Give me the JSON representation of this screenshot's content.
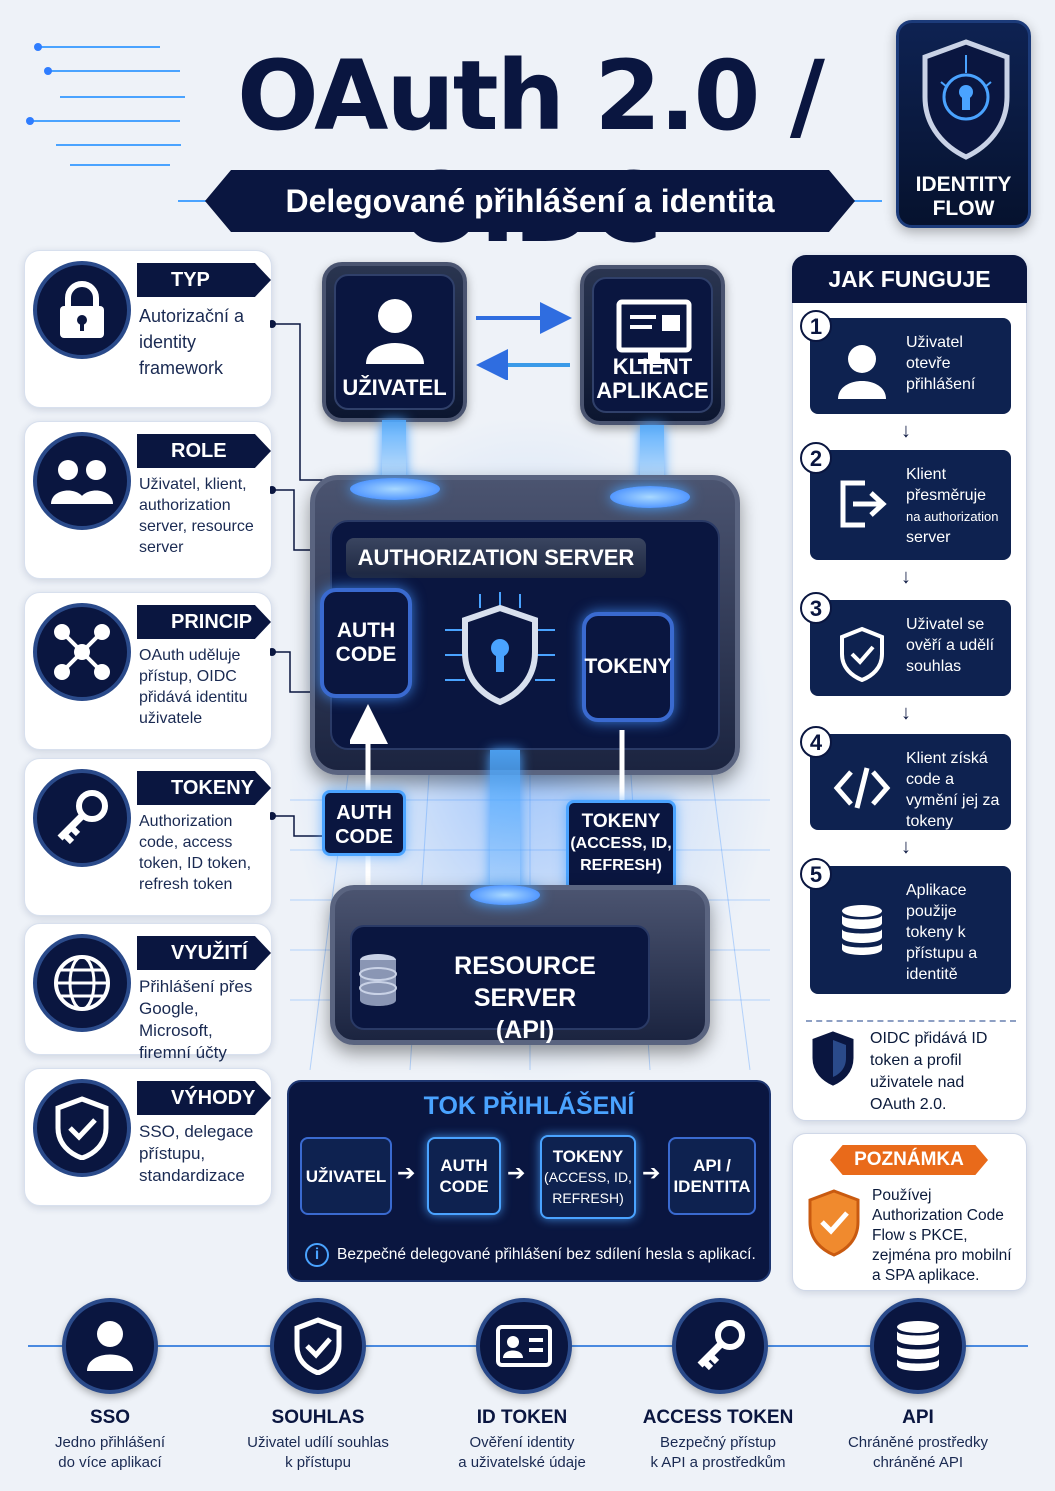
{
  "header": {
    "title": "OAuth 2.0 / OIDC",
    "subtitle": "Delegované přihlášení a identita",
    "badge_line1": "IDENTITY",
    "badge_line2": "FLOW"
  },
  "left_cards": [
    {
      "tag": "TYP",
      "desc": "Autorizační a identity framework",
      "icon": "lock-icon"
    },
    {
      "tag": "ROLE",
      "desc": "Uživatel, klient, authorization server, resource server",
      "icon": "users-icon"
    },
    {
      "tag": "PRINCIP",
      "desc": "OAuth uděluje přístup, OIDC přidává identitu uživatele",
      "icon": "network-icon"
    },
    {
      "tag": "TOKENY",
      "desc": "Authorization code, access token, ID token, refresh token",
      "icon": "key-icon"
    },
    {
      "tag": "VYUŽITÍ",
      "desc": "Přihlášení přes Google, Microsoft, firemní účty",
      "icon": "globe-icon"
    },
    {
      "tag": "VÝHODY",
      "desc": "SSO, delegace přístupu, standardizace",
      "icon": "shield-check-icon"
    }
  ],
  "diagram": {
    "user_label": "UŽIVATEL",
    "client_line1": "KLIENT",
    "client_line2": "APLIKACE",
    "auth_server_label": "AUTHORIZATION SERVER",
    "chip_auth_line1": "AUTH",
    "chip_auth_line2": "CODE",
    "chip_tokens": "TOKENY",
    "float_auth_line1": "AUTH",
    "float_auth_line2": "CODE",
    "float_tokens_line1": "TOKENY",
    "float_tokens_line2": "(ACCESS, ID,",
    "float_tokens_line3": "REFRESH)",
    "resource_line1": "RESOURCE SERVER",
    "resource_line2": "(API)"
  },
  "right_panel": {
    "title": "JAK FUNGUJE",
    "steps": [
      {
        "num": "1",
        "text": "Uživatel otevře přihlášení",
        "icon": "user-icon"
      },
      {
        "num": "2",
        "text": "Klient přesměruje",
        "text_small": "na authorization",
        "text_end": "server",
        "icon": "redirect-icon"
      },
      {
        "num": "3",
        "text": "Uživatel se ověří a udělí souhlas",
        "icon": "shield-check-icon"
      },
      {
        "num": "4",
        "text": "Klient získá code a vymění jej za tokeny",
        "icon": "code-icon"
      },
      {
        "num": "5",
        "text": "Aplikace použije tokeny k přístupu a identitě",
        "icon": "database-icon"
      }
    ],
    "oidc_note": "OIDC přidává ID token a profil uživatele nad OAuth 2.0."
  },
  "note": {
    "tag": "POZNÁMKA",
    "text": "Používej Authorization Code Flow s PKCE, zejména pro mobilní a SPA aplikace."
  },
  "flow": {
    "title": "TOK PŘIHLÁŠENÍ",
    "steps": [
      {
        "line1": "UŽIVATEL",
        "line2": "",
        "line3": ""
      },
      {
        "line1": "AUTH",
        "line2": "CODE",
        "line3": ""
      },
      {
        "line1": "TOKENY",
        "line2": "(ACCESS, ID,",
        "line3": "REFRESH)"
      },
      {
        "line1": "API /",
        "line2": "IDENTITA",
        "line3": ""
      }
    ],
    "info": "Bezpečné delegované přihlášení bez sdílení hesla s aplikací."
  },
  "bottom": [
    {
      "title": "SSO",
      "line1": "Jedno přihlášení",
      "line2": "do více aplikací",
      "icon": "user-icon"
    },
    {
      "title": "SOUHLAS",
      "line1": "Uživatel udílí souhlas",
      "line2": "k přístupu",
      "icon": "shield-check-icon"
    },
    {
      "title": "ID TOKEN",
      "line1": "Ověření identity",
      "line2": "a uživatelské údaje",
      "icon": "id-card-icon"
    },
    {
      "title": "ACCESS TOKEN",
      "line1": "Bezpečný přístup",
      "line2": "k API a prostředkům",
      "icon": "key-icon"
    },
    {
      "title": "API",
      "line1": "Chráněné prostředky",
      "line2": "chráněné API",
      "icon": "database-icon"
    }
  ],
  "colors": {
    "navy": "#0a1640",
    "accent": "#4aa3ff",
    "orange": "#e96a1a"
  }
}
